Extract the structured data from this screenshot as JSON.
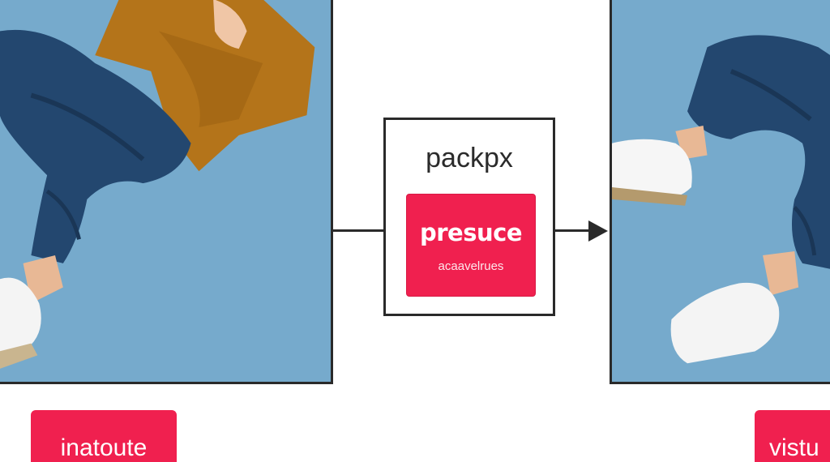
{
  "colors": {
    "accent": "#f0204f",
    "background_photo": "#76aacc",
    "stroke": "#2a2a2a"
  },
  "diagram": {
    "input_image": {
      "icon": "person-photo-icon"
    },
    "output_image": {
      "icon": "person-photo-icon"
    },
    "process": {
      "title": "packpx",
      "card_title": "presuce",
      "card_subtitle": "acaavelrues"
    },
    "labels": {
      "input_label": "inatoute",
      "output_label": "vistu"
    }
  }
}
